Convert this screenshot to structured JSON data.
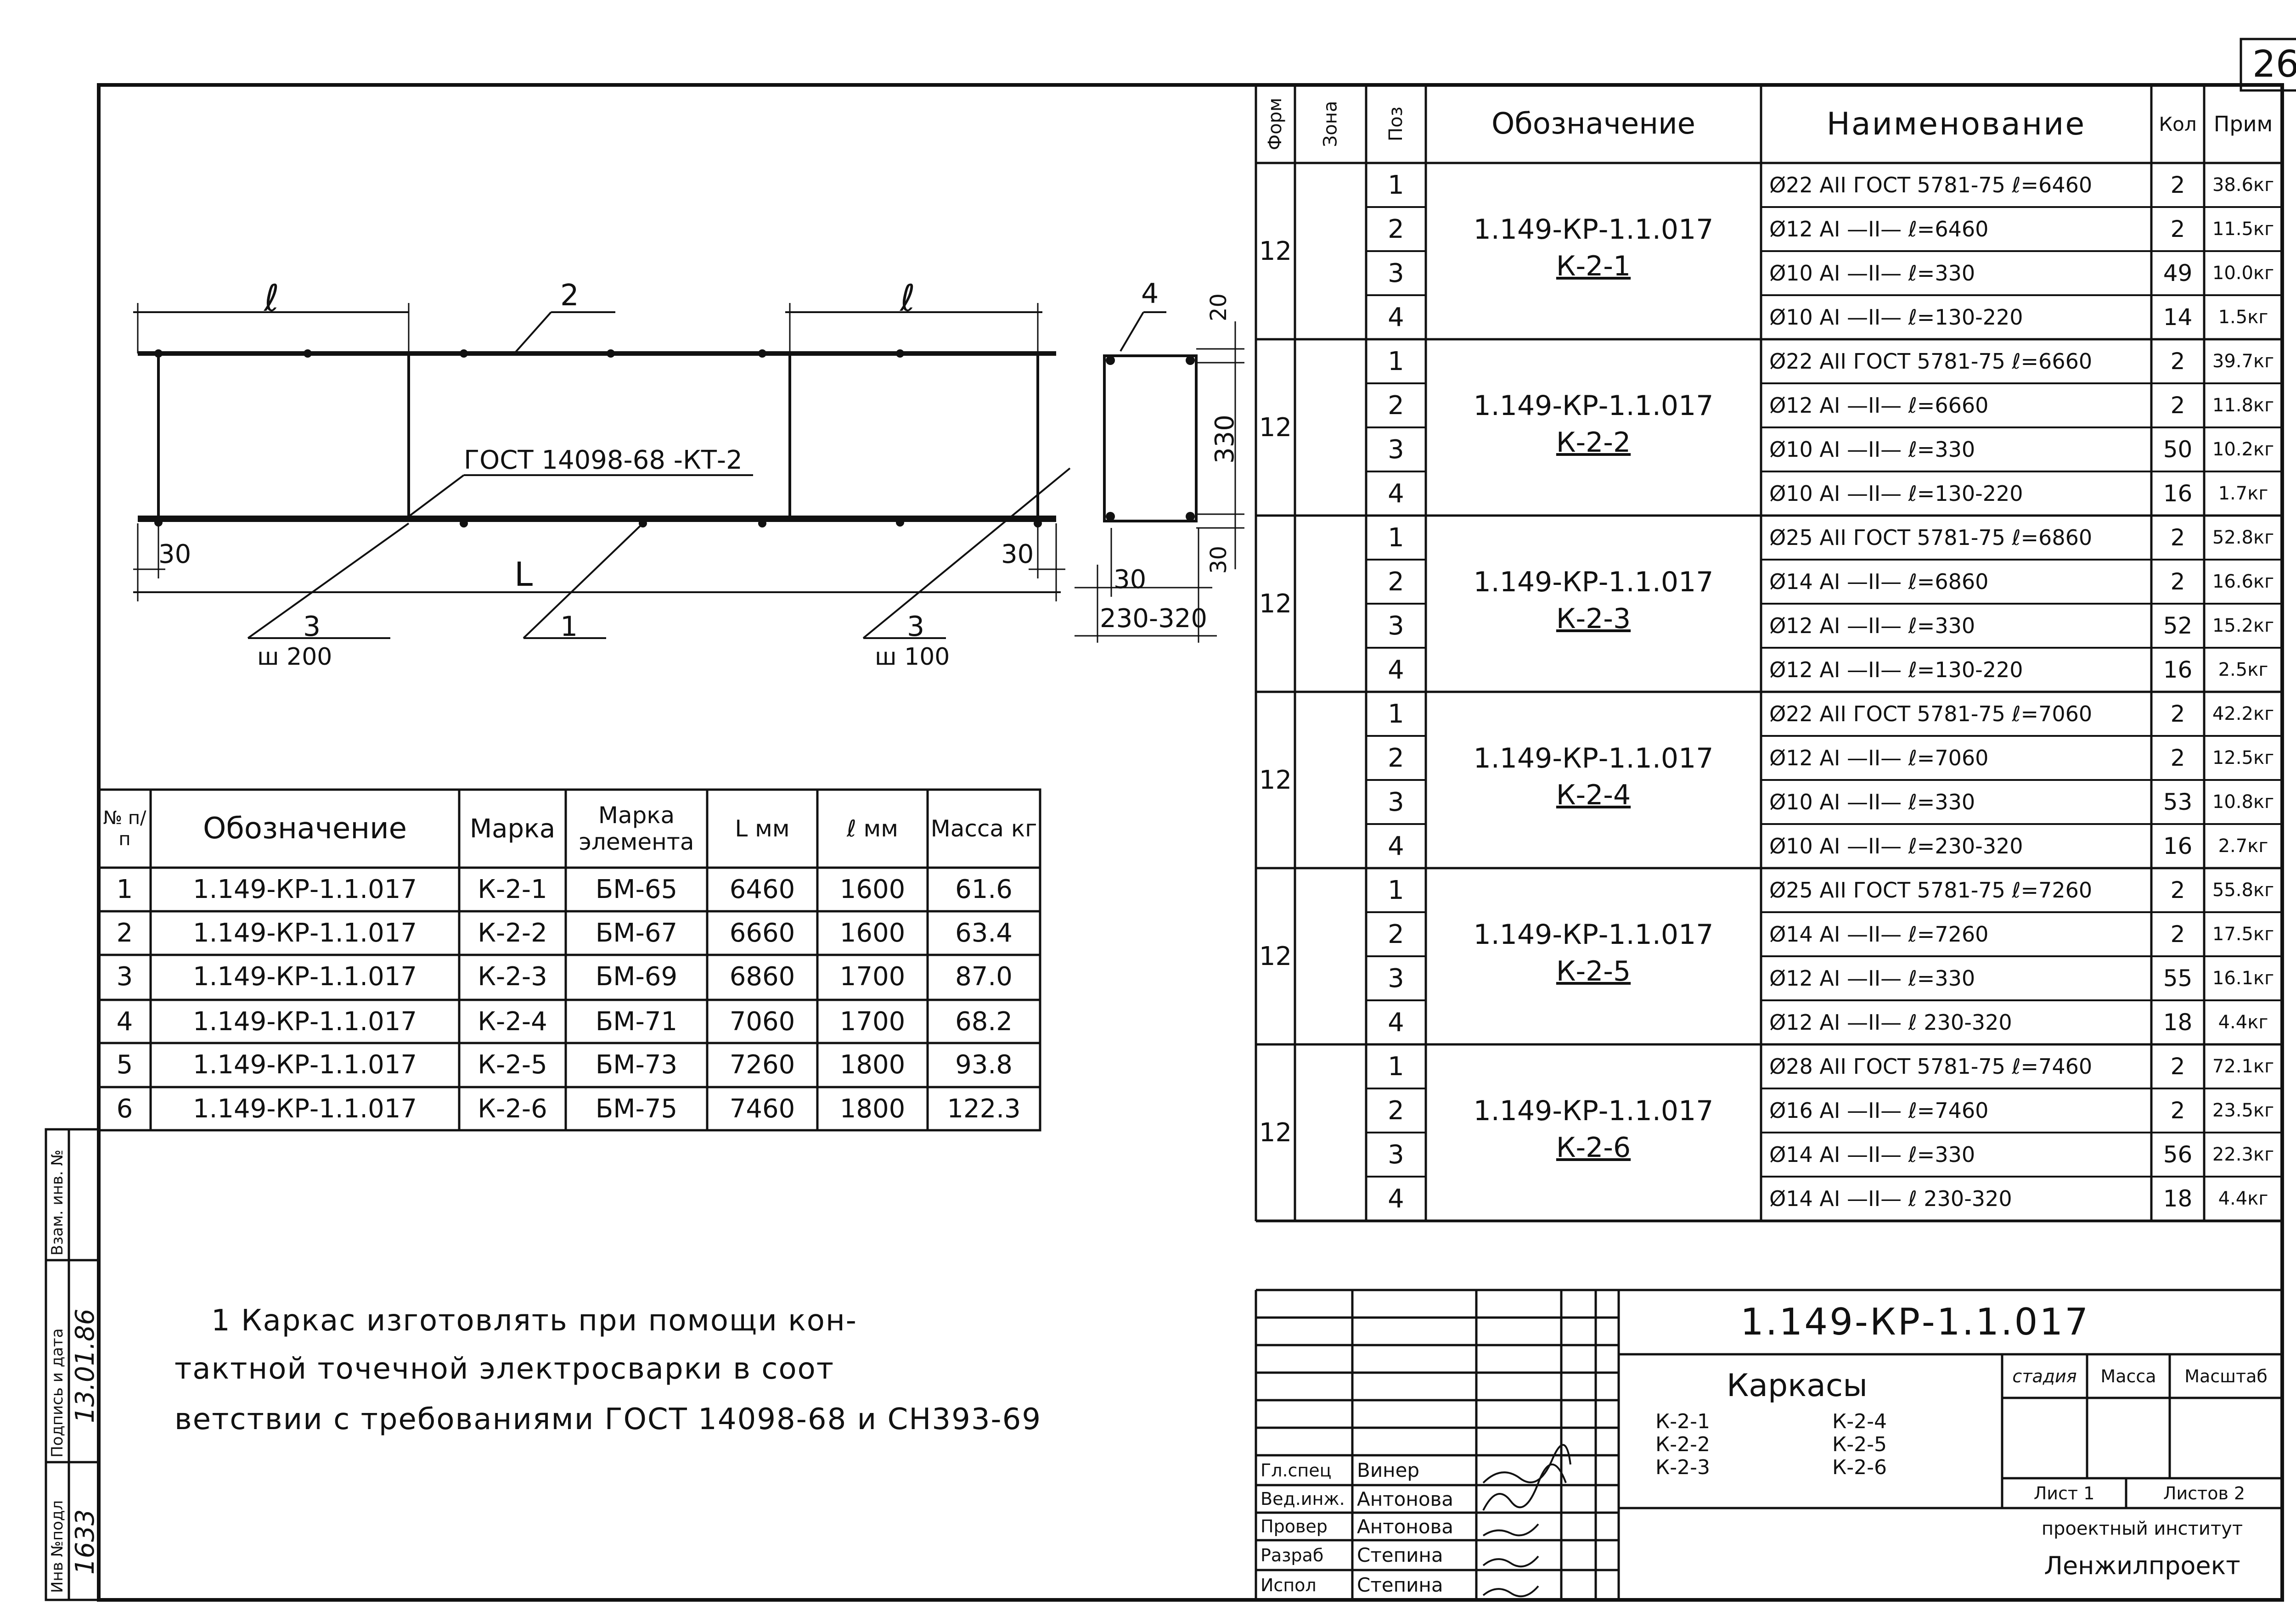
{
  "sheet_number": "26",
  "drawing": {
    "dim_l_left": "ℓ",
    "dim_l_right": "ℓ",
    "dim_L": "L",
    "dim_30_left": "30",
    "dim_30_right": "30",
    "callout_2": "2",
    "callout_1": "1",
    "callout_3_left": "3",
    "callout_3_right": "3",
    "pitch_left": "ш 200",
    "pitch_right": "ш 100",
    "weld_note": "ГОСТ 14098-68 -КТ-2",
    "section_callout_4": "4",
    "section_dim_20": "20",
    "section_dim_330": "330",
    "section_dim_30_side": "30",
    "section_dim_30_bottom": "30",
    "section_dim_width": "230-320"
  },
  "schedule": {
    "headers": [
      "№ п/п",
      "Обозначение",
      "Марка",
      "Марка элемента",
      "L мм",
      "ℓ мм",
      "Масса кг"
    ],
    "rows": [
      [
        "1",
        "1.149-КР-1.1.017",
        "К-2-1",
        "БМ-65",
        "6460",
        "1600",
        "61.6"
      ],
      [
        "2",
        "1.149-КР-1.1.017",
        "К-2-2",
        "БМ-67",
        "6660",
        "1600",
        "63.4"
      ],
      [
        "3",
        "1.149-КР-1.1.017",
        "К-2-3",
        "БМ-69",
        "6860",
        "1700",
        "87.0"
      ],
      [
        "4",
        "1.149-КР-1.1.017",
        "К-2-4",
        "БМ-71",
        "7060",
        "1700",
        "68.2"
      ],
      [
        "5",
        "1.149-КР-1.1.017",
        "К-2-5",
        "БМ-73",
        "7260",
        "1800",
        "93.8"
      ],
      [
        "6",
        "1.149-КР-1.1.017",
        "К-2-6",
        "БМ-75",
        "7460",
        "1800",
        "122.3"
      ]
    ]
  },
  "spec": {
    "headers": [
      "Форм",
      "Зона",
      "Поз",
      "Обозначение",
      "Наименование",
      "Кол",
      "Прим"
    ],
    "groups": [
      {
        "format": "12",
        "designation": "1.149-КР-1.1.017",
        "mark": "К-2-1",
        "items": [
          {
            "pos": "1",
            "name": "Ø22 АII ГОСТ 5781-75 ℓ=6460",
            "qty": "2",
            "note": "38.6кг"
          },
          {
            "pos": "2",
            "name": "Ø12 АI   —II—  ℓ=6460",
            "qty": "2",
            "note": "11.5кг"
          },
          {
            "pos": "3",
            "name": "Ø10 АI   —II—  ℓ=330",
            "qty": "49",
            "note": "10.0кг"
          },
          {
            "pos": "4",
            "name": "Ø10 АI   —II— ℓ=130-220",
            "qty": "14",
            "note": "1.5кг"
          }
        ]
      },
      {
        "format": "12",
        "designation": "1.149-КР-1.1.017",
        "mark": "К-2-2",
        "items": [
          {
            "pos": "1",
            "name": "Ø22 АII ГОСТ 5781-75 ℓ=6660",
            "qty": "2",
            "note": "39.7кг"
          },
          {
            "pos": "2",
            "name": "Ø12 АI   —II—  ℓ=6660",
            "qty": "2",
            "note": "11.8кг"
          },
          {
            "pos": "3",
            "name": "Ø10 АI   —II—  ℓ=330",
            "qty": "50",
            "note": "10.2кг"
          },
          {
            "pos": "4",
            "name": "Ø10 АI   —II— ℓ=130-220",
            "qty": "16",
            "note": "1.7кг"
          }
        ]
      },
      {
        "format": "12",
        "designation": "1.149-КР-1.1.017",
        "mark": "К-2-3",
        "items": [
          {
            "pos": "1",
            "name": "Ø25 АII ГОСТ 5781-75 ℓ=6860",
            "qty": "2",
            "note": "52.8кг"
          },
          {
            "pos": "2",
            "name": "Ø14 АI   —II—  ℓ=6860",
            "qty": "2",
            "note": "16.6кг"
          },
          {
            "pos": "3",
            "name": "Ø12 АI   —II—  ℓ=330",
            "qty": "52",
            "note": "15.2кг"
          },
          {
            "pos": "4",
            "name": "Ø12 АI   —II— ℓ=130-220",
            "qty": "16",
            "note": "2.5кг"
          }
        ]
      },
      {
        "format": "12",
        "designation": "1.149-КР-1.1.017",
        "mark": "К-2-4",
        "items": [
          {
            "pos": "1",
            "name": "Ø22 АII ГОСТ 5781-75 ℓ=7060",
            "qty": "2",
            "note": "42.2кг"
          },
          {
            "pos": "2",
            "name": "Ø12 АI   —II—  ℓ=7060",
            "qty": "2",
            "note": "12.5кг"
          },
          {
            "pos": "3",
            "name": "Ø10 АI   —II—  ℓ=330",
            "qty": "53",
            "note": "10.8кг"
          },
          {
            "pos": "4",
            "name": "Ø10 АI   —II— ℓ=230-320",
            "qty": "16",
            "note": "2.7кг"
          }
        ]
      },
      {
        "format": "12",
        "designation": "1.149-КР-1.1.017",
        "mark": "К-2-5",
        "items": [
          {
            "pos": "1",
            "name": "Ø25 АII ГОСТ 5781-75 ℓ=7260",
            "qty": "2",
            "note": "55.8кг"
          },
          {
            "pos": "2",
            "name": "Ø14 АI   —II—  ℓ=7260",
            "qty": "2",
            "note": "17.5кг"
          },
          {
            "pos": "3",
            "name": "Ø12 АI   —II—  ℓ=330",
            "qty": "55",
            "note": "16.1кг"
          },
          {
            "pos": "4",
            "name": "Ø12 АI   —II— ℓ 230-320",
            "qty": "18",
            "note": "4.4кг"
          }
        ]
      },
      {
        "format": "12",
        "designation": "1.149-КР-1.1.017",
        "mark": "К-2-6",
        "items": [
          {
            "pos": "1",
            "name": "Ø28 АII ГОСТ 5781-75 ℓ=7460",
            "qty": "2",
            "note": "72.1кг"
          },
          {
            "pos": "2",
            "name": "Ø16 АI   —II—  ℓ=7460",
            "qty": "2",
            "note": "23.5кг"
          },
          {
            "pos": "3",
            "name": "Ø14 АI   —II—  ℓ=330",
            "qty": "56",
            "note": "22.3кг"
          },
          {
            "pos": "4",
            "name": "Ø14 АI   —II— ℓ 230-320",
            "qty": "18",
            "note": "4.4кг"
          }
        ]
      }
    ]
  },
  "note": {
    "line1": "1 Каркас   изготовлять   при   помощи   кон-",
    "line2": "тактной   точечной   электросварки   в   соот",
    "line3": "ветствии   с   требованиями   ГОСТ   14098-68 и СН393-69"
  },
  "side_stamp": {
    "label_inv": "Инв №подл",
    "value_inv": "1633",
    "label_sign": "Подпись и дата",
    "value_sign": "13.01.86",
    "label_swap": "Взам. инв. №"
  },
  "title_block": {
    "code": "1.149-КР-1.1.017",
    "title": "Каркасы",
    "marks_left": [
      "К-2-1",
      "К-2-2",
      "К-2-3"
    ],
    "marks_right": [
      "К-2-4",
      "К-2-5",
      "К-2-6"
    ],
    "col_stage": "стадия",
    "col_mass": "Масса",
    "col_scale": "Масштаб",
    "sheet": "Лист 1",
    "sheets": "Листов 2",
    "org_line1": "проектный институт",
    "org_line2": "Ленжилпроект",
    "roles": [
      {
        "role": "Гл.спец",
        "name": "Винер"
      },
      {
        "role": "Вед.инж.",
        "name": "Антонова"
      },
      {
        "role": "Провер",
        "name": "Антонова"
      },
      {
        "role": "Разраб",
        "name": "Степина"
      },
      {
        "role": "Испол",
        "name": "Степина"
      }
    ]
  }
}
